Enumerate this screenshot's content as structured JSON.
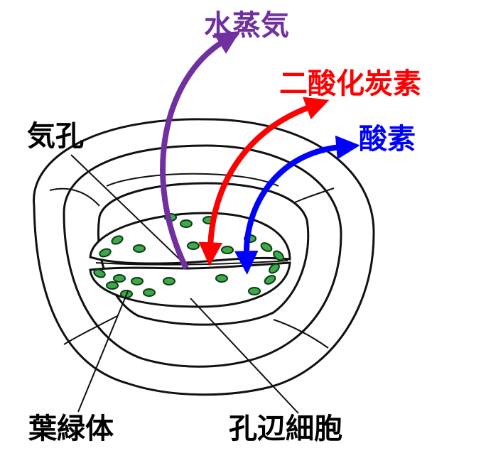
{
  "labels": {
    "water_vapor": "水蒸気",
    "carbon_dioxide": "二酸化炭素",
    "oxygen": "酸素",
    "stoma": "気孔",
    "chloroplast": "葉緑体",
    "guard_cell": "孔辺細胞"
  },
  "colors": {
    "water_vapor": "#7030a0",
    "carbon_dioxide": "#ff0000",
    "oxygen": "#0000ff",
    "chloroplast_fill": "#3fa84a",
    "outline": "#111111"
  }
}
